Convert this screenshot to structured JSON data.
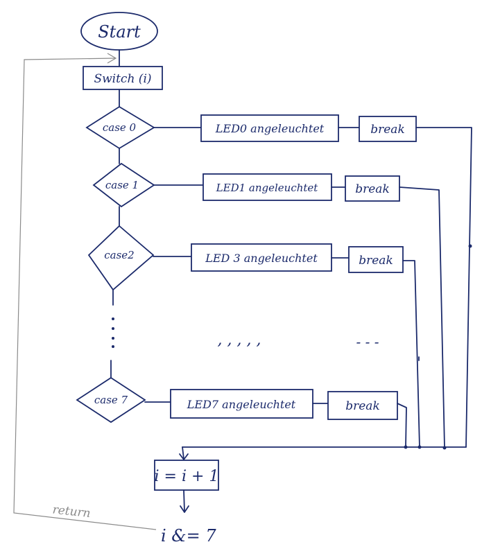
{
  "flowchart": {
    "start": "Start",
    "switch": "Switch (i)",
    "cases": [
      {
        "condition": "case 0",
        "action": "LED0 angeleuchtet",
        "exit": "break"
      },
      {
        "condition": "case 1",
        "action": "LED1 angeleuchtet",
        "exit": "break"
      },
      {
        "condition": "case2",
        "action": "LED 3 angeleuchtet",
        "exit": "break"
      },
      {
        "condition": "case 7",
        "action": "LED7 angeleuchtet",
        "exit": "break"
      }
    ],
    "ellipsis_actions": ", , , , ,",
    "ellipsis_breaks": "- - -",
    "increment": "i = i + 1",
    "loop_label": "return",
    "mask": "i &= 7"
  },
  "colors": {
    "ink": "#1b2a6b",
    "pencil": "#8a8a8a",
    "paper": "#ffffff"
  }
}
